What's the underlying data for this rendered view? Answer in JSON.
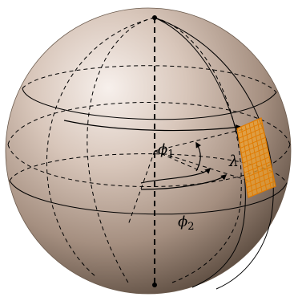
{
  "labels": {
    "phi1": {
      "symbol": "ϕ",
      "subscript": "1"
    },
    "phi2": {
      "symbol": "ϕ",
      "subscript": "2"
    },
    "lambda": "λ"
  },
  "colors": {
    "sphere_light": "#f7f0ec",
    "sphere_mid": "#c9b4a6",
    "sphere_dark": "#5a4a3e",
    "patch": "#f2a12e",
    "patch_stroke": "#e07a00",
    "line": "#000000"
  }
}
